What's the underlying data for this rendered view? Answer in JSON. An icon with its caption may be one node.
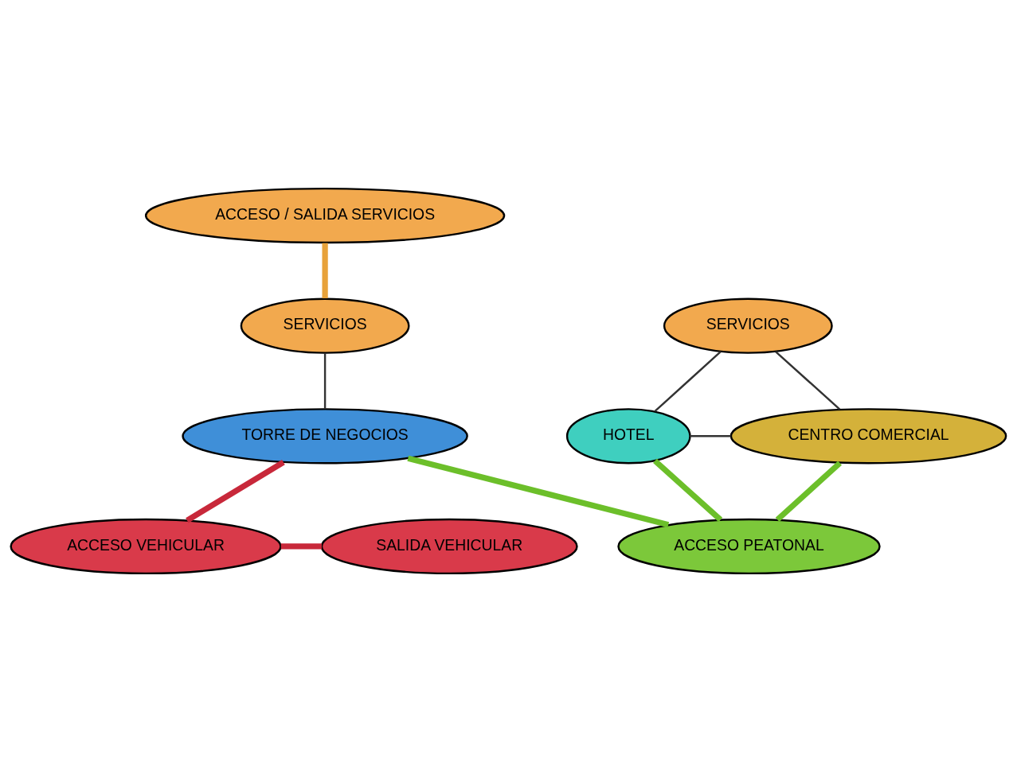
{
  "diagram": {
    "nodes": [
      {
        "text": [
          "ACCESO / SALIDA SERVICIOS"
        ]
      },
      {
        "text": [
          "SERVICIOS"
        ]
      },
      {
        "text": [
          "SERVICIOS"
        ]
      },
      {
        "text": [
          "HOTEL"
        ]
      },
      {
        "text": [
          "CENTRO COMERCIAL"
        ]
      },
      {
        "text": [
          "TORRE DE NEGOCIOS"
        ]
      },
      {
        "text": [
          "SALIDA VEHICULAR"
        ]
      },
      {
        "text": [
          "ACCESO PEATONAL"
        ]
      },
      {
        "text": [
          "ACCESO VEHICULAR"
        ]
      }
    ],
    "edges": [
      {
        "from": 0,
        "to": 2,
        "arrow": "none",
        "color": "#e8a23a"
      },
      {
        "from": 1,
        "to": 3,
        "arrow": "none",
        "color": "#333333"
      },
      {
        "from": 1,
        "to": 4,
        "arrow": "none",
        "color": "#333333"
      },
      {
        "from": 2,
        "to": 5,
        "arrow": "none",
        "color": "#333333"
      },
      {
        "from": 3,
        "to": 4,
        "arrow": "none",
        "color": "#333333"
      },
      {
        "from": 7,
        "to": 3,
        "arrow": "none",
        "color": "#6cbf2a"
      },
      {
        "from": 7,
        "to": 4,
        "arrow": "none",
        "color": "#6cbf2a"
      },
      {
        "from": 7,
        "to": 5,
        "arrow": "none",
        "color": "#6cbf2a"
      },
      {
        "from": 6,
        "to": 8,
        "arrow": "none",
        "color": "#c8283a"
      },
      {
        "from": 8,
        "to": 5,
        "arrow": "none",
        "color": "#c8283a"
      }
    ]
  }
}
